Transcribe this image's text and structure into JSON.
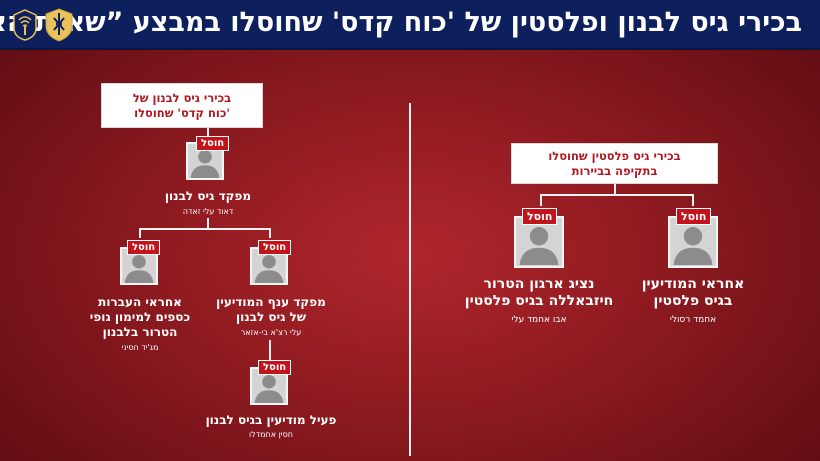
{
  "header": {
    "title": "בכירי גיס לבנון ופלסטין של 'כוח קדס' שחוסלו במבצע ”שאגת הארי“"
  },
  "left_panel": {
    "title_lines": [
      "בכירי גיס לבנון של",
      "'כוח קדס' שחוסלו"
    ],
    "badge": "חוסל",
    "people": [
      {
        "role_lines": [
          "מפקד גיס לבנון"
        ],
        "name": "דאוד עלי זאדה"
      },
      {
        "role_lines": [
          "מפקד ענף המודיעין",
          "של גיס לבנון"
        ],
        "name": "עלי רצ'א בי-אזאר"
      },
      {
        "role_lines": [
          "אחראי העברות",
          "כספים למימון גופי",
          "הטרור בלבנון"
        ],
        "name": "מג'יד חסיני"
      },
      {
        "role_lines": [
          "פעיל מודיעין בגיס לבנון"
        ],
        "name": "חסין אחמדלו"
      }
    ]
  },
  "right_panel": {
    "title_lines": [
      "בכירי גיס פלסטין שחוסלו",
      "בתקיפה בביירות"
    ],
    "badge": "חוסל",
    "people": [
      {
        "role_lines": [
          "אחראי המודיעין",
          "בגיס פלסטין"
        ],
        "name": "אחמד רסולי"
      },
      {
        "role_lines": [
          "נציג ארגון הטרור",
          "חיזבאללה בגיס פלסטין"
        ],
        "name": "אבו אחמד עלי"
      }
    ]
  },
  "colors": {
    "header_bg": "#0d1f5c",
    "background": "#8c1a20",
    "badge_bg": "#c3141c",
    "title_text": "#b01820"
  },
  "icons": [
    "idf-emblem-icon",
    "unit-emblem-icon",
    "person-silhouette-icon"
  ]
}
